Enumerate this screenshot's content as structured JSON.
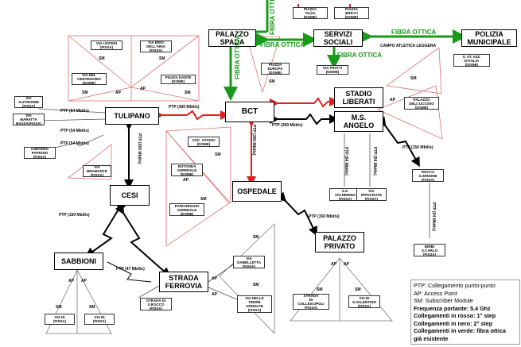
{
  "nodes": {
    "palazzo_spada": "PALAZZO\nSPADA",
    "servizi_sociali": "SERVIZI\nSOCIALI",
    "polizia": "POLIZIA\nMUNICIPALE",
    "bct": "BCT",
    "stadio": "STADIO\nLIBERATI",
    "ms_angelo": "M.S.\nANGELO",
    "tulipano": "TULIPANO",
    "cesi": "CESI",
    "ospedale": "OSPEDALE",
    "palazzo_privato": "PALAZZO\nPRIVATO",
    "sabbioni": "SABBIONI",
    "strada_ferrovia": "STRADA\nFERROVIA"
  },
  "subs": {
    "piazza_tacito": "PIAZZA\nTacito\n(DOME)",
    "piazza_briccia": "PIAZZA\nBRICCI\n(DOME)",
    "via_lessini": "VIA LESSINI\n(FISSA)",
    "via_eroi": "VIA EROI\nDELL'ARIA\n(FISSA)",
    "via_centenario": "VIA DEL\nCENTENARIO\n(DOME)",
    "piazza_dante": "PIAZZA DANTE\n(DOME)",
    "piazza_europa": "PIAZZA\nEUROPA\n(DOME)",
    "via_fratti": "VIA FRATTI\n(DOME)",
    "s_atalia": "S. AT. AZZ.\nD'ITALIA\n(DOME)",
    "palazzo_uccisio": "PALAZZO\nDELL'UCCISIO\n(DOME)",
    "via_alfonsine": "VIA\nALFONSINE\n(FISSA)",
    "via_maratta": "VIA\nMARATTA\nBASSA(FISSA)",
    "cimitero": "CIMITERO\nPAPIGNO\n(FISSA)",
    "via_brambante": "VIA\nBRAMANTE\n(FISSA)",
    "voc_stadio": "VOC. STADIO\n(DOME)",
    "rotonda_ospedale": "ROTONDA\nOSPEDALE\n(DOME)",
    "parcheggio_ospedale": "PARCHEGGIO\nOSPEDALE\n(DOME)",
    "valnerina": "S.S.\nVALNERINA\n(FISSA)",
    "via_ippocrate": "VIA\nIPPOCRATE\n(FISSA)",
    "rocca_s_zenone": "ROCCA\nS.ZENONE\n(FISSA)",
    "birbi_s_carlo": "BIRBI\nS.CARLO\n(FISSA)",
    "via_gabelletta": "VIA\nGABELLETTA\n(FISSA)",
    "via_terre_arnolfe": "VIA DELLE\nTERRE\nARNOLFE\n(FISSA)",
    "strada_rocco": "STRADA DI\nS.ROCCO\n(FISSA)",
    "strada_collescipoli": "STRADA\nDI\nCOLLESCIPOLI\n(FISSA)",
    "via_valentino": "VIA DI\nS.VALENTINO\n(FISSA)",
    "via_sabbioni_left": "VIA DI\n(FISSA)",
    "via_sabbioni_right": "VIA DI\n(FISSA)"
  },
  "labels": {
    "fibra_vertical_top": "FIBRA OTTICA",
    "fibra_ottica_1": "FIBRA OTTICA",
    "fibra_ottica_2": "FIBRA OTTICA",
    "fibra_ottica_3": "FIBRA OTTICA",
    "fibra_vertical_spada": "FIBRA OTTICA",
    "campo_atletica": "CAMPO ATLETICA LEGGERA",
    "ptp_bct_tulipano": "PTP (300 Mbit/s)",
    "ptp_bct_angelo": "PTP (300 Mbit/s)",
    "ptp_bct_ospedale": "PTP (300 Mbit/s)",
    "ptp_tulipano_left1": "PTP (54 Mbit/s)",
    "ptp_tulipano_left2": "PTP (54 Mbit/s)",
    "ptp_tulipano_left3": "PTP (54 Mbit/s)",
    "ptp_tulipano_cesi": "PTP (300 Mbit/s)",
    "ptp_cesi_sabbioni": "PTP (150 Mbit/s)",
    "ptp_ospedale_privato": "PTP (150 Mbit/s)",
    "ptp_sabbioni_ferrovia": "PTP (47 Mbit/s)",
    "ptp_angelo_left": "PTP (54 Mbit/s)",
    "ptp_angelo_right": "PTP (54 Mbit/s)",
    "ptp_angelo_diag": "PTP (150 Mbit/s)",
    "ptp_rocca": "PTP (54 Mbit/s)",
    "sm": "SM",
    "ap": "AP"
  },
  "legend": [
    "PTP: Collegamento punto-punto",
    "AP: Access Point",
    "SM: Subscriber Module",
    "Frequenza portante: 5.4 Ghz",
    "Collegamenti in rosso: 1° step",
    "Collegamenti in nero:  2° step",
    "Collegamenti in verde: fibra ottica",
    "già esistente"
  ],
  "colors": {
    "red": "#e02020",
    "black": "#000000",
    "green": "#1a9a1a"
  }
}
